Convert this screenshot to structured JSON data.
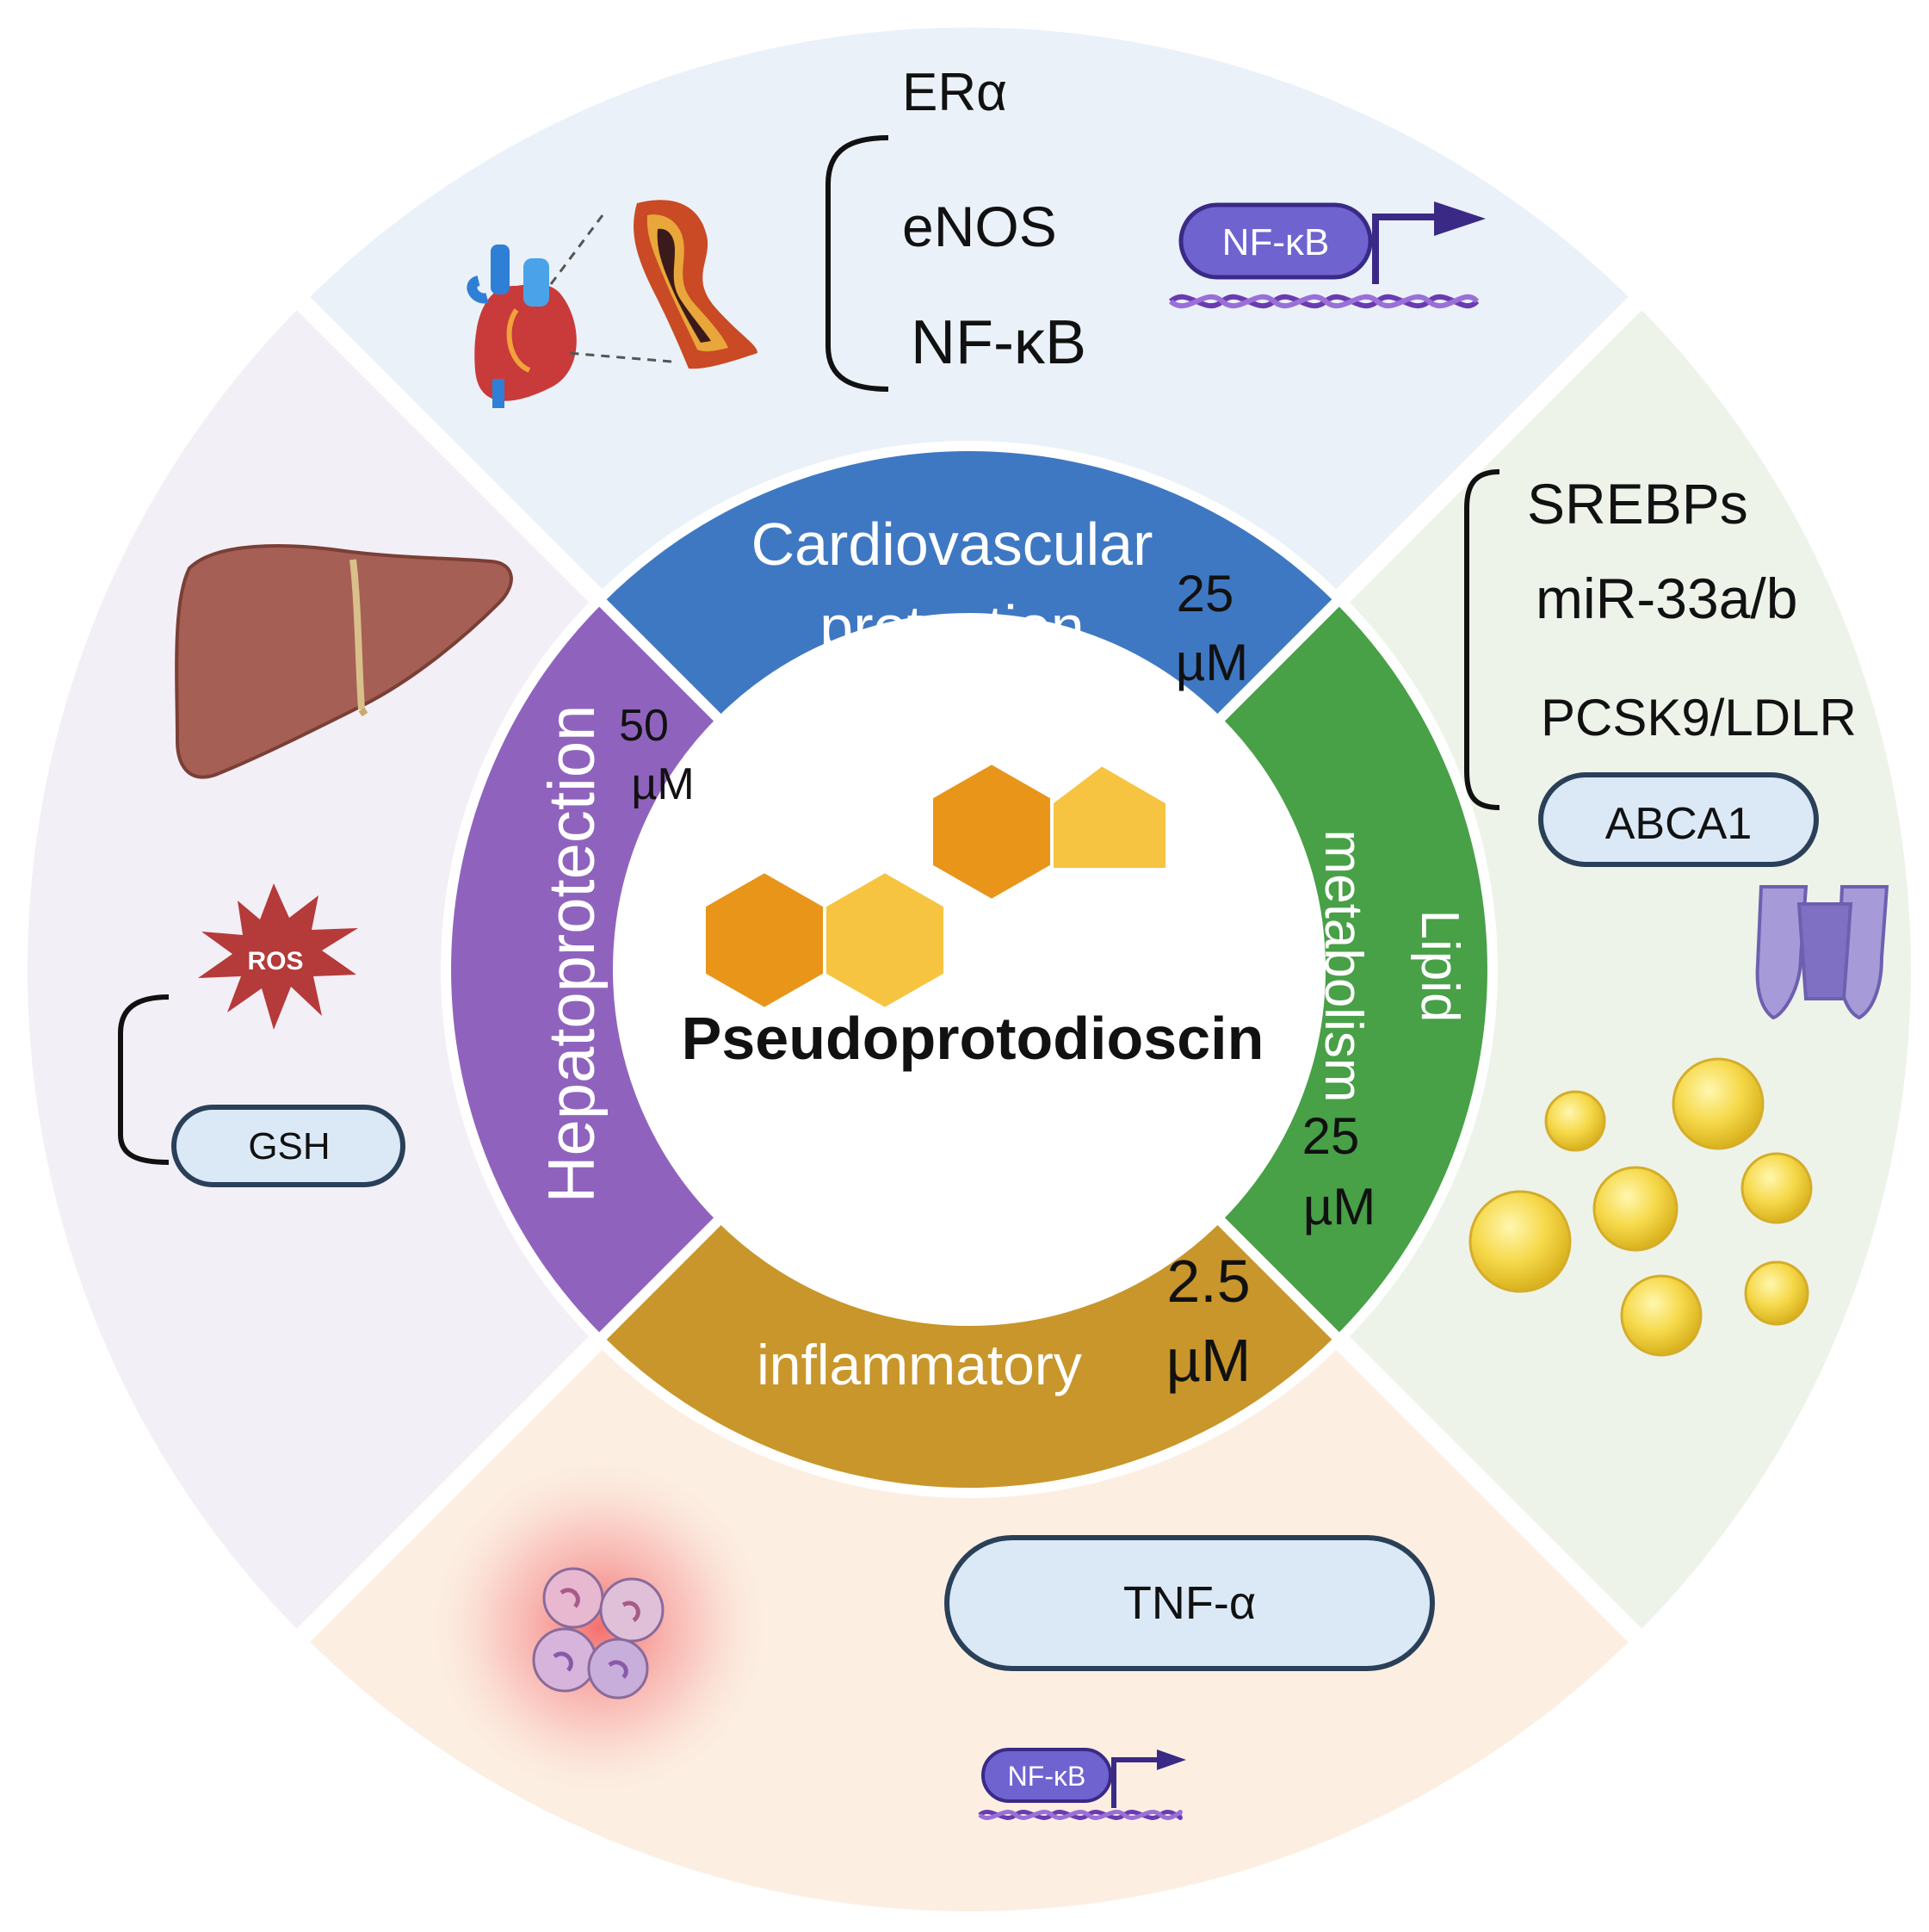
{
  "center": {
    "title": "Pseudoprotodioscin"
  },
  "sections": {
    "cardio": {
      "title_line1": "Cardiovascular",
      "title_line2": "protection",
      "dose_value": "25",
      "dose_unit": "µM",
      "color": "#3f78c2",
      "bg": "#eaf1f8",
      "targets": [
        "ERα",
        "eNOS",
        "NF-κB"
      ],
      "nfkb_badge": "NF-κB"
    },
    "lipid": {
      "title_line1": "Lipid",
      "title_line2": "metabolism",
      "dose_value": "25",
      "dose_unit": "µM",
      "color": "#48a047",
      "bg": "#eef3ea",
      "targets": [
        "SREBPs",
        "miR-33a/b",
        "PCSK9/LDLR"
      ],
      "pill": "ABCA1"
    },
    "anti": {
      "title_line1": "Anti-",
      "title_line2": "inflammatory",
      "dose_value": "2.5",
      "dose_unit": "µM",
      "color": "#c8962a",
      "bg": "#fcefe2",
      "pill": "TNF-α",
      "nfkb_badge": "NF-κB"
    },
    "hepato": {
      "title": "Hepatoprotection",
      "dose_value": "50",
      "dose_unit": "µM",
      "color": "#8f63bd",
      "bg": "#f3eff6",
      "burst": "ROS",
      "pill": "GSH"
    }
  }
}
